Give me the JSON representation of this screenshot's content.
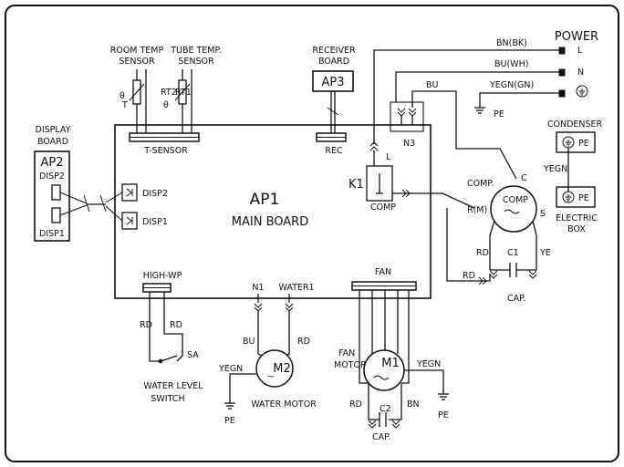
{
  "main_board": {
    "id": "AP1",
    "name": "MAIN BOARD"
  },
  "display_board": {
    "title_line1": "DISPLAY",
    "title_line2": "BOARD",
    "id": "AP2",
    "disp2": "DISP2",
    "disp1": "DISP1"
  },
  "board_ports": {
    "disp2": "DISP2",
    "disp1": "DISP1",
    "t_sensor": "T-SENSOR",
    "rec": "REC",
    "high_wp": "HIGH-WP",
    "n1": "N1",
    "water1": "WATER1",
    "fan": "FAN",
    "comp": "COMP",
    "n3": "N3"
  },
  "sensors": {
    "room_line1": "ROOM TEMP",
    "room_line2": "SENSOR",
    "tube_line1": "TUBE TEMP.",
    "tube_line2": "SENSOR",
    "rt2": "RT2",
    "rt1": "RT1",
    "t": "T",
    "theta": "θ"
  },
  "receiver": {
    "line1": "RECEIVER",
    "line2": "BOARD",
    "id": "AP3"
  },
  "power": {
    "title": "POWER",
    "l": "L",
    "n": "N",
    "wire_l": "BN(BK)",
    "wire_n": "BU(WH)",
    "wire_pe": "YEGN(GN)",
    "pe": "PE",
    "bu": "BU"
  },
  "relay": {
    "id": "K1",
    "l": "L"
  },
  "compressor": {
    "title": "COMP.",
    "label": "COMP",
    "c": "C",
    "r": "R(M)",
    "s": "S",
    "rd": "RD",
    "ye": "YE",
    "cap_id": "C1",
    "cap": "CAP.",
    "rd2": "RD"
  },
  "ground": {
    "condenser": "CONDENSER",
    "pe1": "PE",
    "yegn": "YEGN",
    "pe2": "PE",
    "electric_line1": "ELECTRIC",
    "electric_line2": "BOX"
  },
  "water_switch": {
    "rd1": "RD",
    "rd2": "RD",
    "sa": "SA",
    "line1": "WATER LEVEL",
    "line2": "SWITCH"
  },
  "water_motor": {
    "id": "M2",
    "bu": "BU",
    "rd": "RD",
    "yegn": "YEGN",
    "pe": "PE",
    "name": "WATER MOTOR",
    "tilde": "~"
  },
  "fan_motor": {
    "label_line1": "FAN",
    "label_line2": "MOTOR",
    "id": "M1",
    "yegn": "YEGN",
    "pe": "PE",
    "rd": "RD",
    "bn": "BN",
    "cap_id": "C2",
    "cap": "CAP."
  }
}
